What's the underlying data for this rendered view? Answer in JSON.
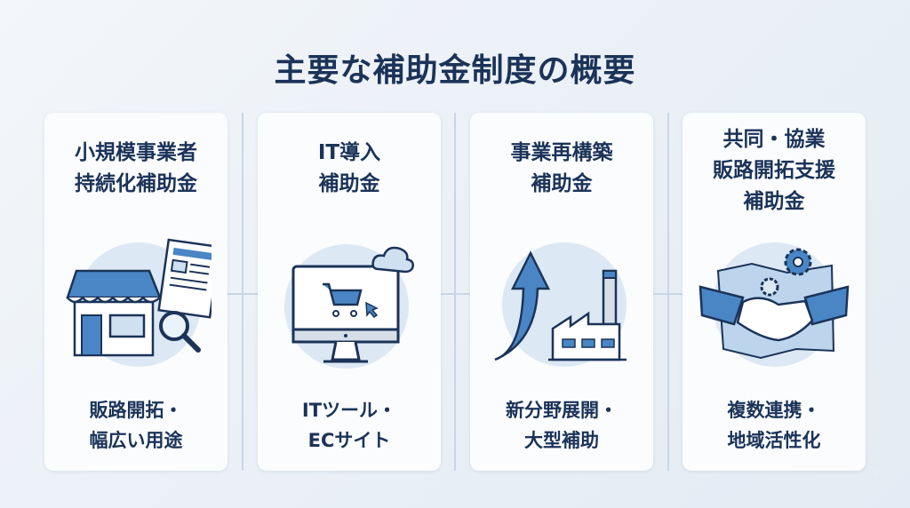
{
  "title": "主要な補助金制度の概要",
  "cards": [
    {
      "title_lines": [
        "小規模事業者",
        "持続化補助金"
      ],
      "desc_lines": [
        "販路開拓・",
        "幅広い用途"
      ],
      "icon": "storefront-icon"
    },
    {
      "title_lines": [
        "IT導入",
        "補助金"
      ],
      "desc_lines": [
        "ITツール・",
        "ECサイト"
      ],
      "icon": "computer-cart-icon"
    },
    {
      "title_lines": [
        "事業再構築",
        "補助金"
      ],
      "desc_lines": [
        "新分野展開・",
        "大型補助"
      ],
      "icon": "factory-arrow-icon"
    },
    {
      "title_lines": [
        "共同・協業",
        "販路開拓支援",
        "補助金"
      ],
      "desc_lines": [
        "複数連携・",
        "地域活性化"
      ],
      "icon": "handshake-icon"
    }
  ],
  "colors": {
    "navy": "#1b3358",
    "accent": "#4a86c5",
    "circle": "#dce8f4"
  }
}
